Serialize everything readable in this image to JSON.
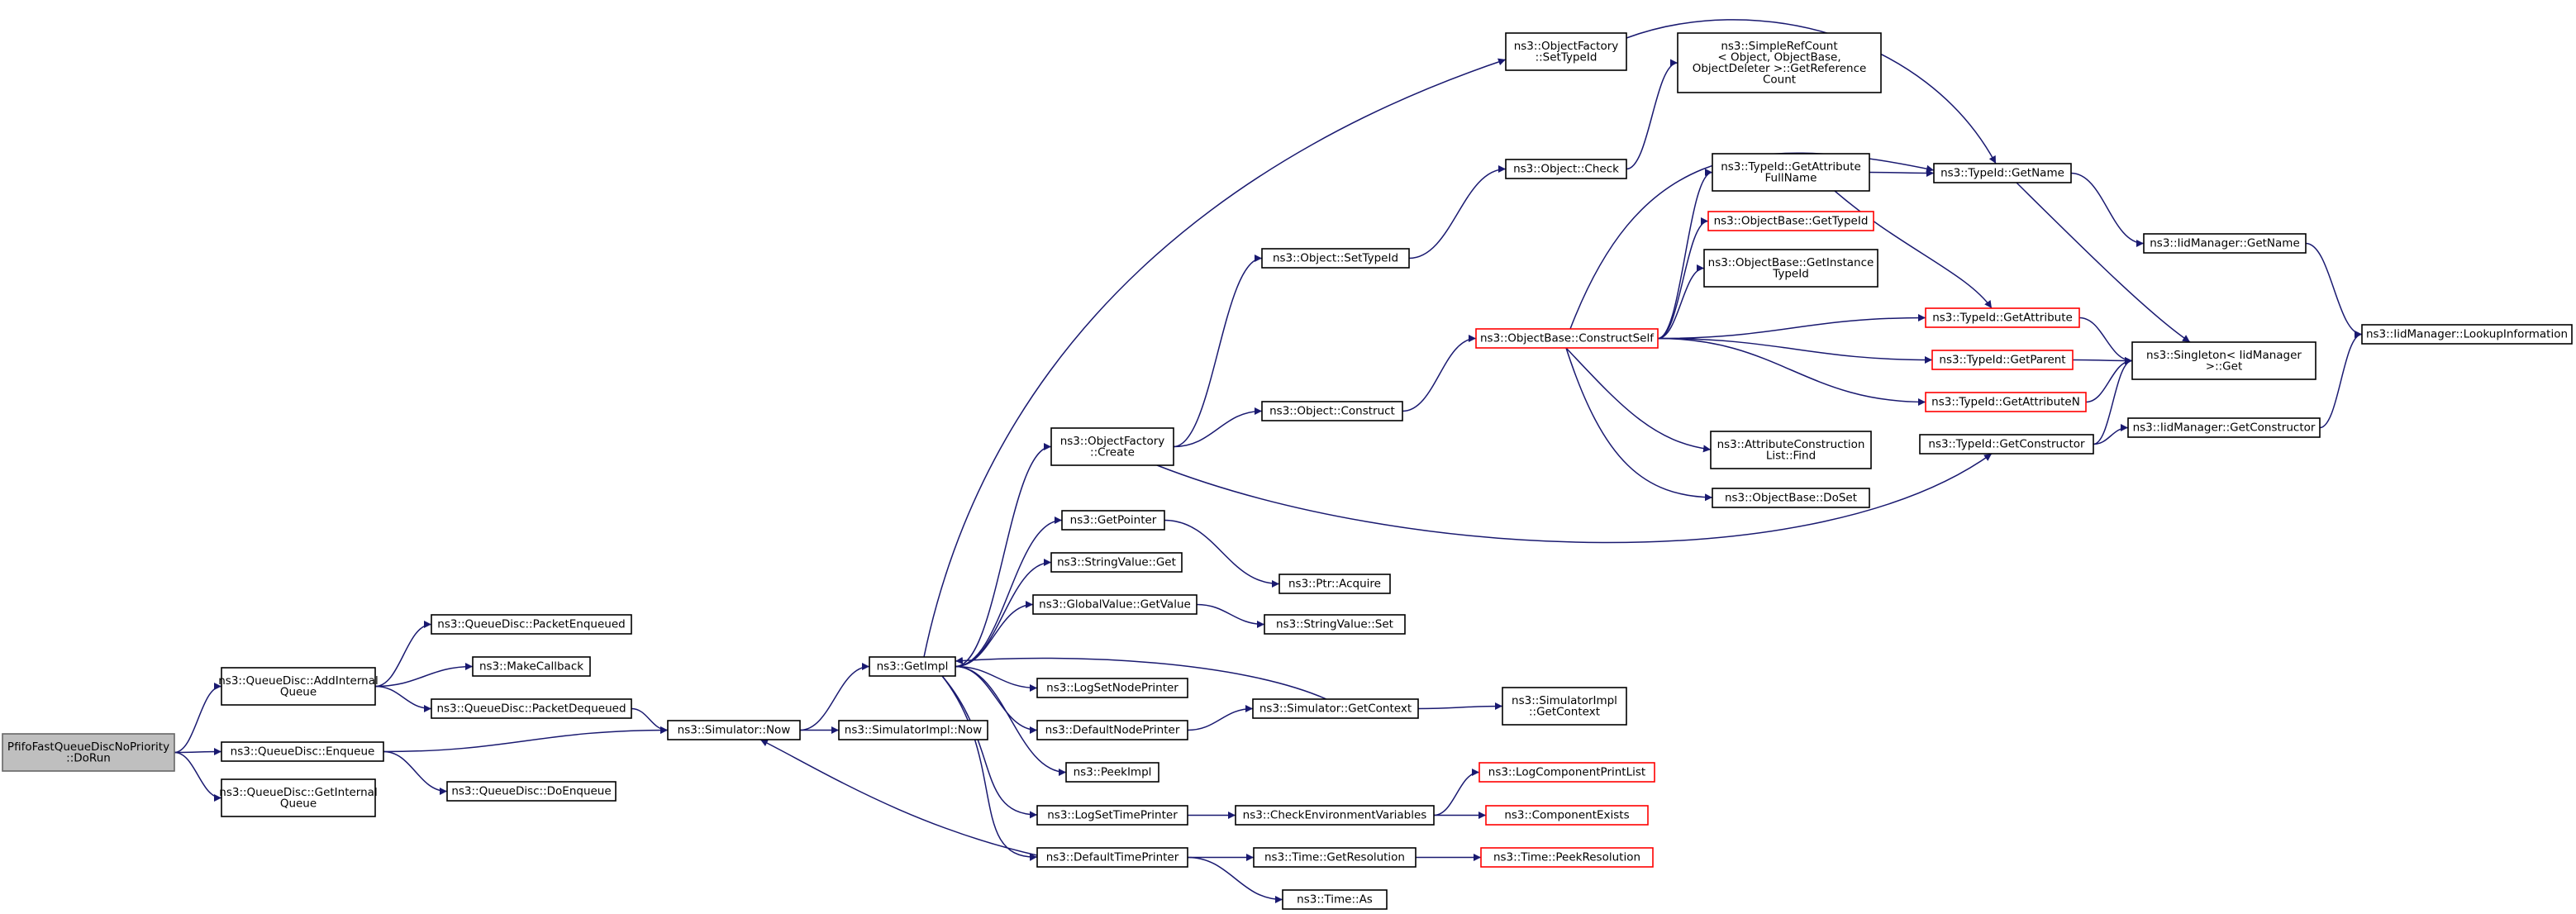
{
  "colors": {
    "edge": "#191970",
    "node_border": "#000000",
    "partial_border": "#ff0000",
    "root_fill": "#bfbfbf"
  },
  "nodes": [
    {
      "id": "root",
      "lines": [
        "PfifoFastQueueDiscNoPriority",
        "::DoRun"
      ],
      "style": "root"
    },
    {
      "id": "addinternalqueue",
      "lines": [
        "ns3::QueueDisc::AddInternal",
        "Queue"
      ]
    },
    {
      "id": "enqueue",
      "lines": [
        "ns3::QueueDisc::Enqueue"
      ]
    },
    {
      "id": "getinternalqueue",
      "lines": [
        "ns3::QueueDisc::GetInternal",
        "Queue"
      ]
    },
    {
      "id": "packetenqueued",
      "lines": [
        "ns3::QueueDisc::PacketEnqueued"
      ]
    },
    {
      "id": "makecallback",
      "lines": [
        "ns3::MakeCallback"
      ]
    },
    {
      "id": "packetdequeued",
      "lines": [
        "ns3::QueueDisc::PacketDequeued"
      ]
    },
    {
      "id": "doenqueue",
      "lines": [
        "ns3::QueueDisc::DoEnqueue"
      ]
    },
    {
      "id": "simnow",
      "lines": [
        "ns3::Simulator::Now"
      ]
    },
    {
      "id": "getimpl",
      "lines": [
        "ns3::GetImpl"
      ]
    },
    {
      "id": "simimplnow",
      "lines": [
        "ns3::SimulatorImpl::Now"
      ]
    },
    {
      "id": "ofcreate",
      "lines": [
        "ns3::ObjectFactory",
        "::Create"
      ]
    },
    {
      "id": "getpointer",
      "lines": [
        "ns3::GetPointer"
      ]
    },
    {
      "id": "stringvalueget",
      "lines": [
        "ns3::StringValue::Get"
      ]
    },
    {
      "id": "globalvalueget",
      "lines": [
        "ns3::GlobalValue::GetValue"
      ]
    },
    {
      "id": "logsetnodeprinter",
      "lines": [
        "ns3::LogSetNodePrinter"
      ]
    },
    {
      "id": "defaultnodeprinter",
      "lines": [
        "ns3::DefaultNodePrinter"
      ]
    },
    {
      "id": "peekimpl",
      "lines": [
        "ns3::PeekImpl"
      ]
    },
    {
      "id": "logsettimeprinter",
      "lines": [
        "ns3::LogSetTimePrinter"
      ]
    },
    {
      "id": "defaulttimeprinter",
      "lines": [
        "ns3::DefaultTimePrinter"
      ]
    },
    {
      "id": "ofsettypeid",
      "lines": [
        "ns3::ObjectFactory",
        "::SetTypeId"
      ]
    },
    {
      "id": "objsettypeid",
      "lines": [
        "ns3::Object::SetTypeId"
      ]
    },
    {
      "id": "objconstruct",
      "lines": [
        "ns3::Object::Construct"
      ]
    },
    {
      "id": "ptracquire",
      "lines": [
        "ns3::Ptr::Acquire"
      ]
    },
    {
      "id": "stringvalueset",
      "lines": [
        "ns3::StringValue::Set"
      ]
    },
    {
      "id": "simgetcontext",
      "lines": [
        "ns3::Simulator::GetContext"
      ]
    },
    {
      "id": "checkenv",
      "lines": [
        "ns3::CheckEnvironmentVariables"
      ]
    },
    {
      "id": "timegetres",
      "lines": [
        "ns3::Time::GetResolution"
      ]
    },
    {
      "id": "timeas",
      "lines": [
        "ns3::Time::As"
      ]
    },
    {
      "id": "objcheck",
      "lines": [
        "ns3::Object::Check"
      ]
    },
    {
      "id": "simplerefcount",
      "lines": [
        "ns3::SimpleRefCount",
        "< Object, ObjectBase,",
        "ObjectDeleter >::GetReference",
        "Count"
      ]
    },
    {
      "id": "constructself",
      "lines": [
        "ns3::ObjectBase::ConstructSelf"
      ],
      "style": "partial"
    },
    {
      "id": "simimplgetcontext",
      "lines": [
        "ns3::SimulatorImpl",
        "::GetContext"
      ]
    },
    {
      "id": "logcompprintlist",
      "lines": [
        "ns3::LogComponentPrintList"
      ],
      "style": "partial"
    },
    {
      "id": "componentexists",
      "lines": [
        "ns3::ComponentExists"
      ],
      "style": "partial"
    },
    {
      "id": "timepeekres",
      "lines": [
        "ns3::Time::PeekResolution"
      ],
      "style": "partial"
    },
    {
      "id": "getattrfullname",
      "lines": [
        "ns3::TypeId::GetAttribute",
        "FullName"
      ]
    },
    {
      "id": "obgettypeid",
      "lines": [
        "ns3::ObjectBase::GetTypeId"
      ],
      "style": "partial"
    },
    {
      "id": "obgetinstancetypeid",
      "lines": [
        "ns3::ObjectBase::GetInstance",
        "TypeId"
      ]
    },
    {
      "id": "attrconstructionfind",
      "lines": [
        "ns3::AttributeConstruction",
        "List::Find"
      ]
    },
    {
      "id": "obdoset",
      "lines": [
        "ns3::ObjectBase::DoSet"
      ]
    },
    {
      "id": "typeidgetname",
      "lines": [
        "ns3::TypeId::GetName"
      ]
    },
    {
      "id": "typeidgetattribute",
      "lines": [
        "ns3::TypeId::GetAttribute"
      ],
      "style": "partial"
    },
    {
      "id": "typeidgetparent",
      "lines": [
        "ns3::TypeId::GetParent"
      ],
      "style": "partial"
    },
    {
      "id": "typeidgetattributen",
      "lines": [
        "ns3::TypeId::GetAttributeN"
      ],
      "style": "partial"
    },
    {
      "id": "typeidgetconstructor",
      "lines": [
        "ns3::TypeId::GetConstructor"
      ]
    },
    {
      "id": "iidgetname",
      "lines": [
        "ns3::IidManager::GetName"
      ]
    },
    {
      "id": "singletonget",
      "lines": [
        "ns3::Singleton< IidManager",
        ">::Get"
      ]
    },
    {
      "id": "iidgetconstructor",
      "lines": [
        "ns3::IidManager::GetConstructor"
      ]
    },
    {
      "id": "iidlookup",
      "lines": [
        "ns3::IidManager::LookupInformation"
      ]
    }
  ],
  "edges": [
    [
      "root",
      "addinternalqueue"
    ],
    [
      "root",
      "enqueue"
    ],
    [
      "root",
      "getinternalqueue"
    ],
    [
      "addinternalqueue",
      "packetenqueued"
    ],
    [
      "addinternalqueue",
      "makecallback"
    ],
    [
      "addinternalqueue",
      "packetdequeued"
    ],
    [
      "enqueue",
      "simnow"
    ],
    [
      "enqueue",
      "doenqueue"
    ],
    [
      "packetdequeued",
      "simnow"
    ],
    [
      "simnow",
      "getimpl"
    ],
    [
      "simnow",
      "simimplnow"
    ],
    [
      "getimpl",
      "ofsettypeid"
    ],
    [
      "getimpl",
      "ofcreate"
    ],
    [
      "getimpl",
      "getpointer"
    ],
    [
      "getimpl",
      "stringvalueget"
    ],
    [
      "getimpl",
      "globalvalueget"
    ],
    [
      "getimpl",
      "logsetnodeprinter"
    ],
    [
      "getimpl",
      "defaultnodeprinter"
    ],
    [
      "getimpl",
      "peekimpl"
    ],
    [
      "getimpl",
      "logsettimeprinter"
    ],
    [
      "getimpl",
      "defaulttimeprinter"
    ],
    [
      "ofcreate",
      "objsettypeid"
    ],
    [
      "ofcreate",
      "objconstruct"
    ],
    [
      "ofcreate",
      "typeidgetconstructor"
    ],
    [
      "getpointer",
      "ptracquire"
    ],
    [
      "globalvalueget",
      "stringvalueset"
    ],
    [
      "defaultnodeprinter",
      "simgetcontext"
    ],
    [
      "simgetcontext",
      "getimpl"
    ],
    [
      "simgetcontext",
      "simimplgetcontext"
    ],
    [
      "logsettimeprinter",
      "checkenv"
    ],
    [
      "checkenv",
      "logcompprintlist"
    ],
    [
      "checkenv",
      "componentexists"
    ],
    [
      "defaulttimeprinter",
      "simnow"
    ],
    [
      "defaulttimeprinter",
      "timegetres"
    ],
    [
      "defaulttimeprinter",
      "timeas"
    ],
    [
      "timegetres",
      "timepeekres"
    ],
    [
      "objsettypeid",
      "objcheck"
    ],
    [
      "objcheck",
      "simplerefcount"
    ],
    [
      "objconstruct",
      "constructself"
    ],
    [
      "ofsettypeid",
      "typeidgetname"
    ],
    [
      "constructself",
      "typeidgetname"
    ],
    [
      "constructself",
      "getattrfullname"
    ],
    [
      "constructself",
      "obgettypeid"
    ],
    [
      "constructself",
      "obgetinstancetypeid"
    ],
    [
      "constructself",
      "typeidgetattribute"
    ],
    [
      "constructself",
      "typeidgetparent"
    ],
    [
      "constructself",
      "typeidgetattributen"
    ],
    [
      "constructself",
      "attrconstructionfind"
    ],
    [
      "constructself",
      "obdoset"
    ],
    [
      "getattrfullname",
      "typeidgetname"
    ],
    [
      "getattrfullname",
      "typeidgetattribute"
    ],
    [
      "typeidgetname",
      "iidgetname"
    ],
    [
      "typeidgetname",
      "singletonget"
    ],
    [
      "typeidgetattribute",
      "singletonget"
    ],
    [
      "typeidgetparent",
      "singletonget"
    ],
    [
      "typeidgetattributen",
      "singletonget"
    ],
    [
      "typeidgetconstructor",
      "singletonget"
    ],
    [
      "typeidgetconstructor",
      "iidgetconstructor"
    ],
    [
      "iidgetname",
      "iidlookup"
    ],
    [
      "iidgetconstructor",
      "iidlookup"
    ]
  ]
}
